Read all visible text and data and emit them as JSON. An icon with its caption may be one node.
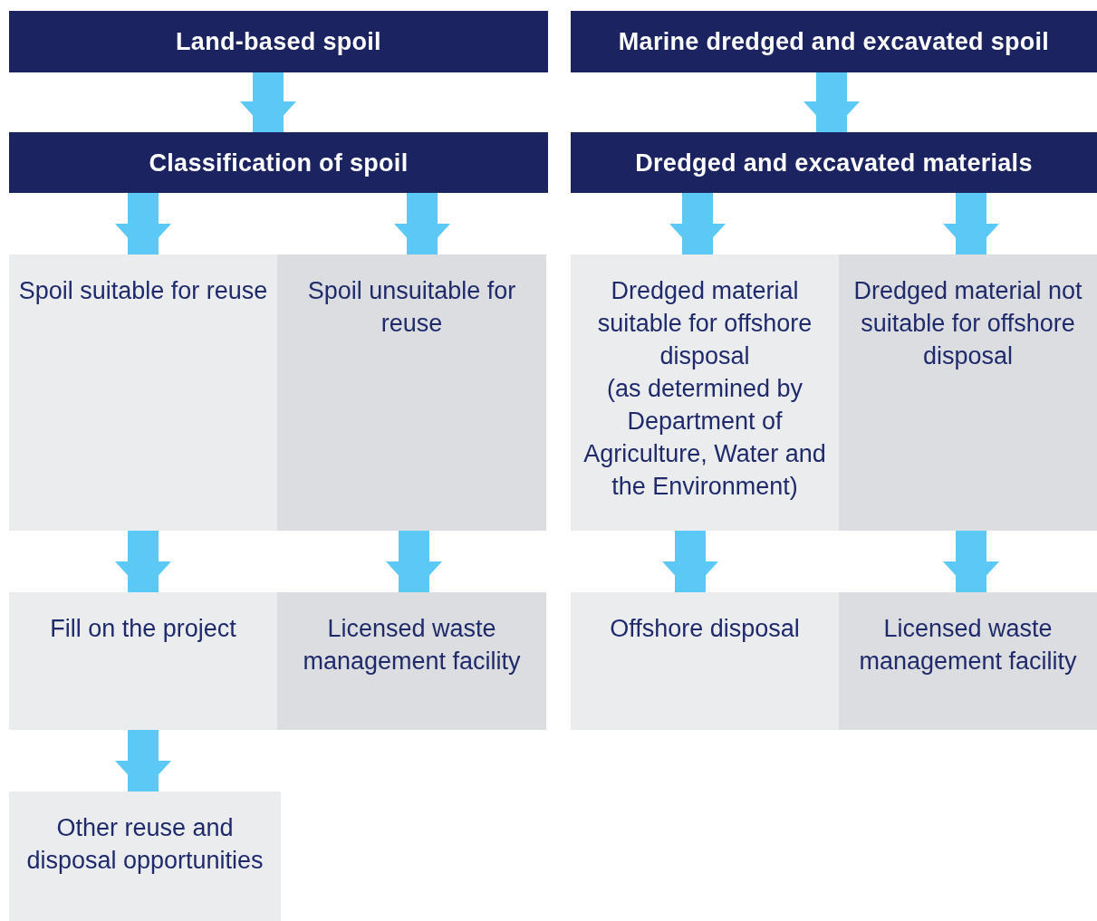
{
  "diagram": {
    "nodes": [
      {
        "text": [
          "Land-based spoil"
        ]
      },
      {
        "text": [
          "Marine dredged and excavated spoil"
        ]
      },
      {
        "text": [
          "Classification of spoil"
        ]
      },
      {
        "text": [
          "Dredged and excavated materials"
        ]
      },
      {
        "text": [
          "Spoil suitable for reuse"
        ]
      },
      {
        "text": [
          "Spoil unsuitable for reuse"
        ]
      },
      {
        "text": [
          "Dredged material suitable for offshore disposal",
          "(as determined by Department of Agriculture, Water and the Environment)"
        ]
      },
      {
        "text": [
          "Dredged material not suitable for offshore disposal"
        ]
      },
      {
        "text": [
          "Fill on the project"
        ]
      },
      {
        "text": [
          "Licensed waste management facility"
        ]
      },
      {
        "text": [
          "Offshore disposal"
        ]
      },
      {
        "text": [
          "Licensed waste management facility"
        ]
      },
      {
        "text": [
          "Other reuse and disposal opportunities"
        ]
      }
    ],
    "edges": [
      {
        "from": 0,
        "to": 2,
        "arrow": "to"
      },
      {
        "from": 1,
        "to": 3,
        "arrow": "to"
      },
      {
        "from": 2,
        "to": 4,
        "arrow": "to"
      },
      {
        "from": 2,
        "to": 5,
        "arrow": "to"
      },
      {
        "from": 3,
        "to": 6,
        "arrow": "to"
      },
      {
        "from": 3,
        "to": 7,
        "arrow": "to"
      },
      {
        "from": 4,
        "to": 8,
        "arrow": "to"
      },
      {
        "from": 5,
        "to": 9,
        "arrow": "to"
      },
      {
        "from": 6,
        "to": 10,
        "arrow": "to"
      },
      {
        "from": 7,
        "to": 11,
        "arrow": "to"
      },
      {
        "from": 8,
        "to": 12,
        "arrow": "to"
      }
    ]
  }
}
